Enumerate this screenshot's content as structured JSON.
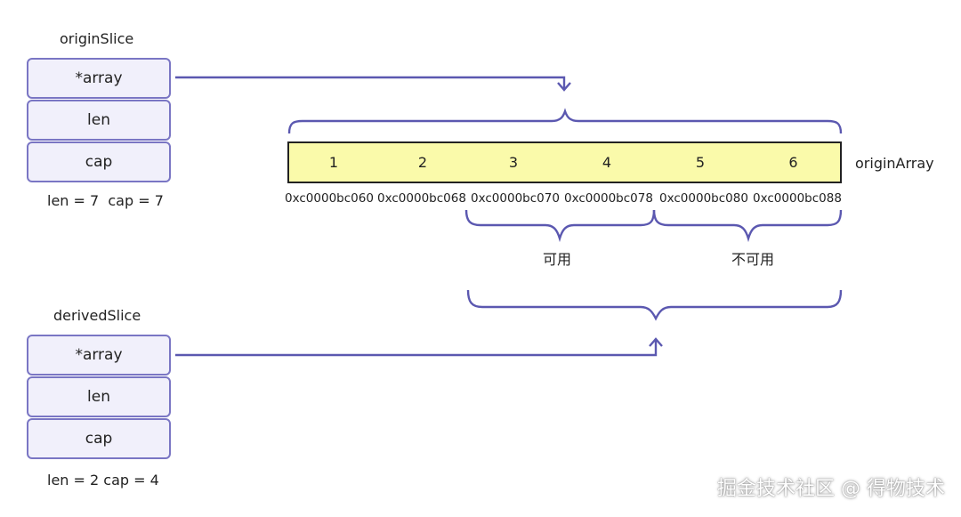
{
  "origin_slice": {
    "title": "originSlice",
    "fields": [
      "*array",
      "len",
      "cap"
    ],
    "summary": "len = 7  cap = 7"
  },
  "derived_slice": {
    "title": "derivedSlice",
    "fields": [
      "*array",
      "len",
      "cap"
    ],
    "summary": "len = 2 cap = 4"
  },
  "origin_array": {
    "label": "originArray",
    "cells": [
      "1",
      "2",
      "3",
      "4",
      "5",
      "6"
    ],
    "addresses": [
      "0xc0000bc060",
      "0xc0000bc068",
      "0xc0000bc070",
      "0xc0000bc078",
      "0xc0000bc080",
      "0xc0000bc088"
    ]
  },
  "brackets": {
    "usable": "可用",
    "unusable": "不可用"
  },
  "watermark": "掘金技术社区 @ 得物技术",
  "colors": {
    "accent": "#5b58b0",
    "box_border": "#7a76c4",
    "box_fill": "#f1f0fb",
    "cell_fill": "#fafaaa"
  }
}
